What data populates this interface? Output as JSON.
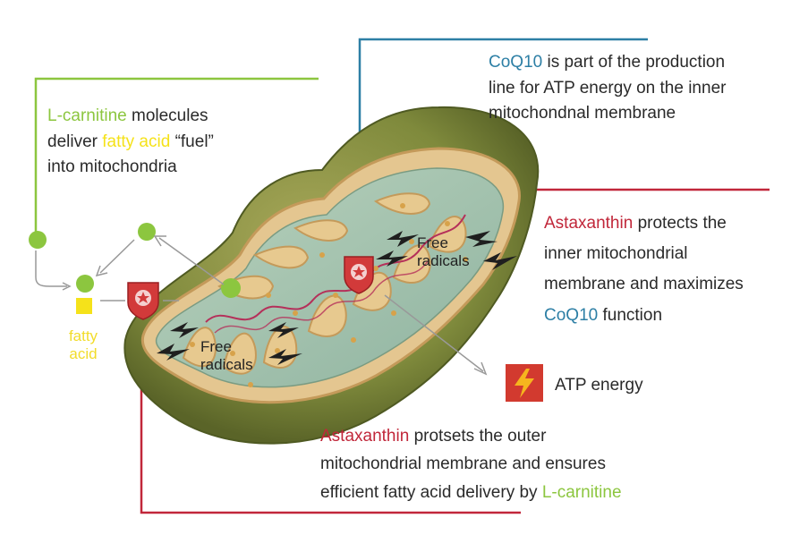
{
  "annotations": {
    "lcarnitine": {
      "l1_a": "L-carnitine",
      "l1_b": " molecules",
      "l2_a": "deliver ",
      "l2_b": "fatty acid",
      "l2_c": " “fuel”",
      "l3": "into mitochondria"
    },
    "coq10": {
      "l1_a": "CoQ10",
      "l1_b": " is part of the production",
      "l2": "line for ATP energy on the inner",
      "l3": "mitochondnal membrane"
    },
    "astax_inner": {
      "l1_a": "Astaxanthin",
      "l1_b": " protects the",
      "l2": "inner mitochondrial",
      "l3": "membrane and maximizes",
      "l4_a": "CoQ10",
      "l4_b": " function"
    },
    "astax_outer": {
      "l1_a": "Astaxanthin",
      "l1_b": " protsets the outer",
      "l2": "mitochondrial membrane and ensures",
      "l3_a": "efficient fatty acid delivery by ",
      "l3_b": "L-carnitine"
    },
    "atp_label": "ATP energy",
    "free_radicals_inner": {
      "l1": "Free",
      "l2": "radicals"
    },
    "free_radicals_outer": {
      "l1": "Free",
      "l2": "radicals"
    },
    "fatty_acid_label": {
      "l1": "fatty",
      "l2": "acid"
    }
  },
  "colors": {
    "green": "#8cc63f",
    "yellow": "#f5e21a",
    "blue": "#2d7fa5",
    "red": "#c1273a",
    "atp_box": "#d23a2f"
  },
  "icons": [
    "shield-star-icon",
    "lightning-icon",
    "bolt-arrow-icon"
  ]
}
